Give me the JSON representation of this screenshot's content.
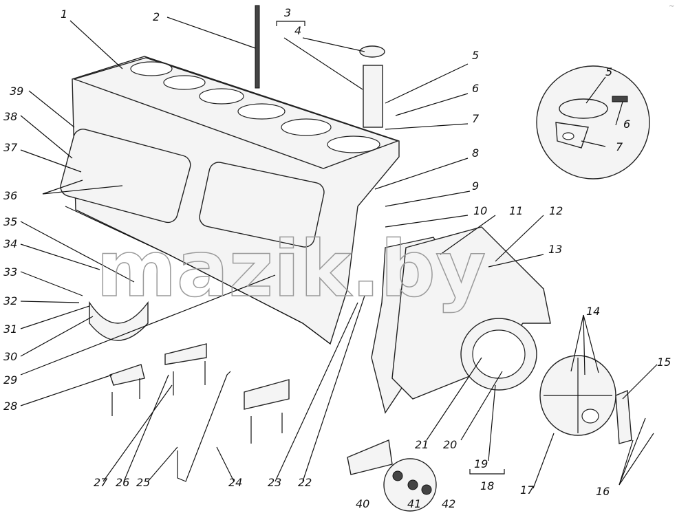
{
  "watermark": "mazik.by",
  "corner_mark": "~",
  "callouts": [
    "1",
    "2",
    "3",
    "4",
    "5",
    "6",
    "7",
    "8",
    "9",
    "10",
    "11",
    "12",
    "13",
    "14",
    "15",
    "16",
    "17",
    "18",
    "19",
    "20",
    "21",
    "22",
    "23",
    "24",
    "25",
    "26",
    "27",
    "28",
    "29",
    "30",
    "31",
    "32",
    "33",
    "34",
    "35",
    "36",
    "37",
    "38",
    "39",
    "40",
    "41",
    "42"
  ],
  "inset_callouts": [
    "5",
    "6",
    "7"
  ]
}
